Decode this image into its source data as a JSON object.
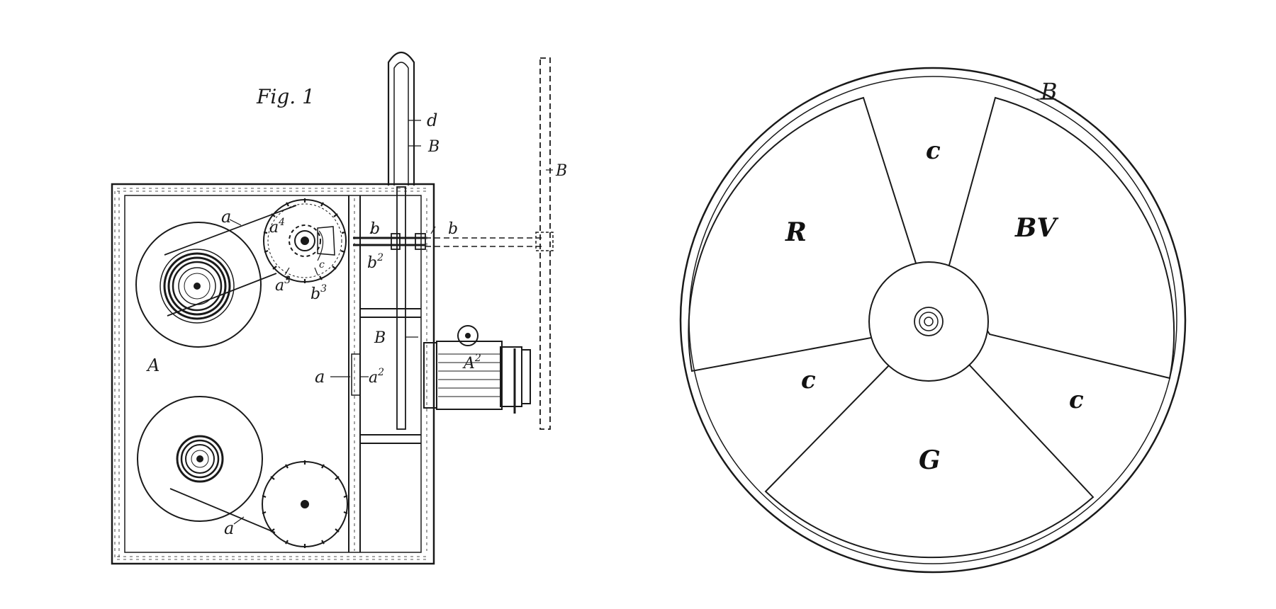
{
  "figure1": {
    "title": "Fig. 1",
    "labels": {
      "d": "d",
      "B_top": "B",
      "B_right": "B",
      "B_mid": "B",
      "a_top": "a",
      "a4": "a",
      "a4_sup": "4",
      "b_left": "b",
      "b_right": "b",
      "b2": "b",
      "b2_sup": "2",
      "a3": "a",
      "a3_sup": "3",
      "b3": "b",
      "b3_sup": "3",
      "c_small": "c",
      "A": "A",
      "A2": "A",
      "A2_sup": "2",
      "a_mid": "a",
      "a2": "a",
      "a2_sup": "2",
      "a_bottom": "a"
    }
  },
  "disc": {
    "label": "B",
    "segments": {
      "R": "R",
      "BV": "BV",
      "G": "G",
      "c_top": "c",
      "c_left": "c",
      "c_right": "c"
    }
  },
  "colors": {
    "ink": "#1a1a1a",
    "paper": "#ffffff"
  }
}
